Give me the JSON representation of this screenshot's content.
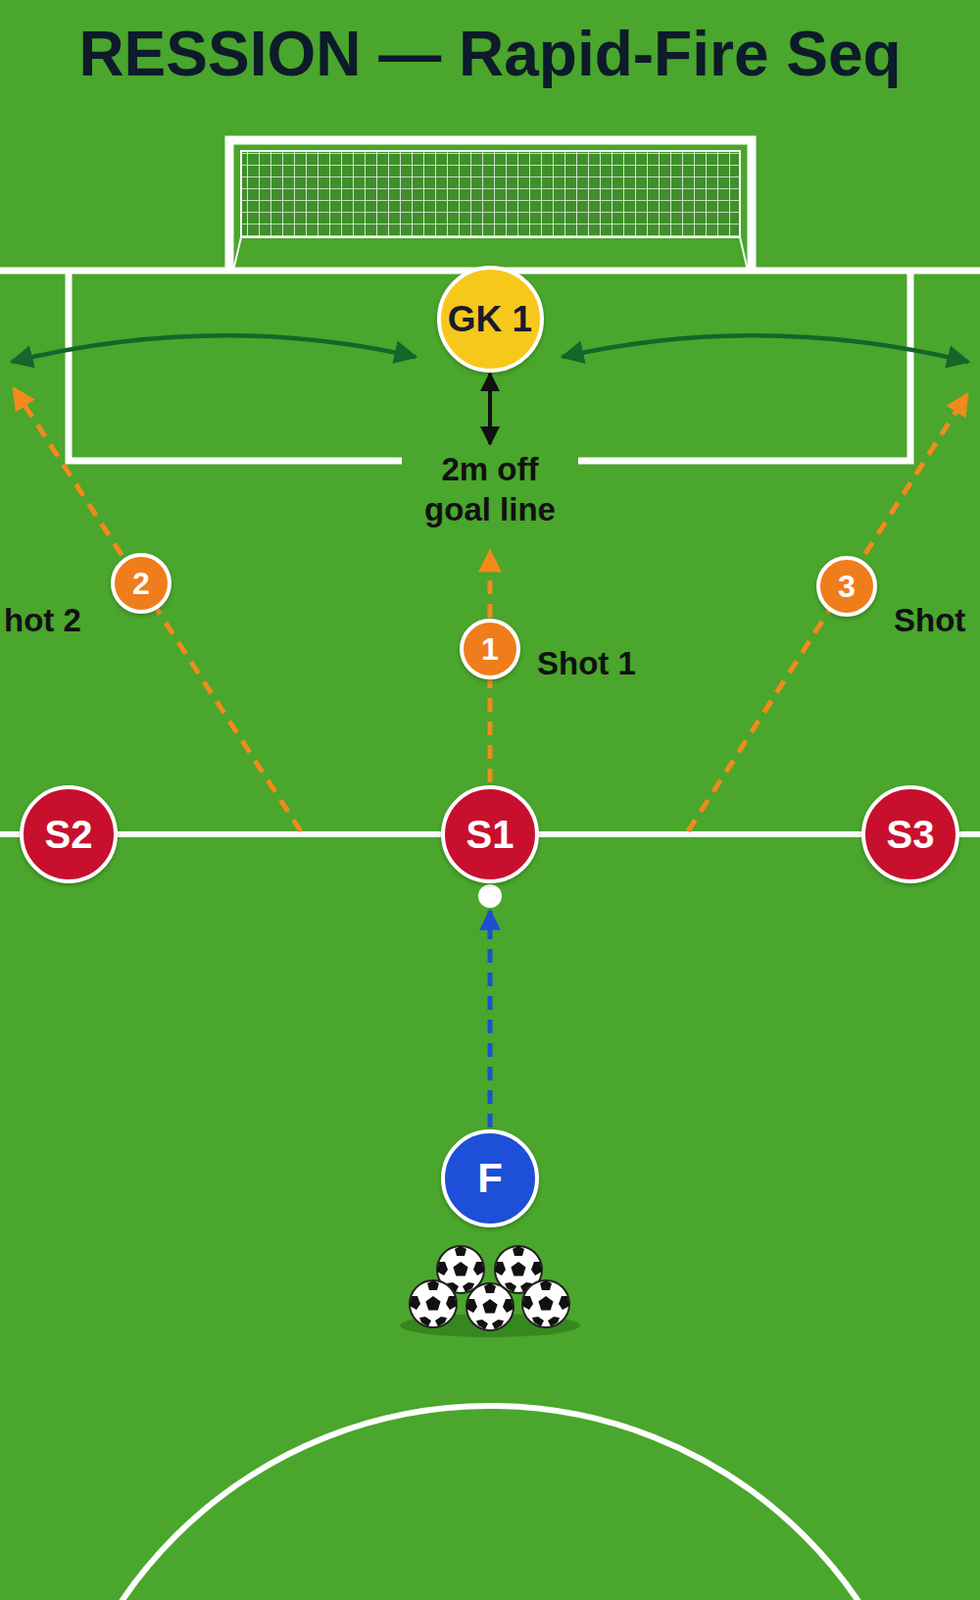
{
  "diagram": {
    "title": "RESSION — Rapid-Fire Seq",
    "nodes": [
      {
        "text": [
          "GK 1"
        ]
      },
      {
        "text": [
          "2"
        ]
      },
      {
        "text": [
          "3"
        ]
      },
      {
        "text": [
          "1"
        ]
      },
      {
        "text": [
          "S2"
        ]
      },
      {
        "text": [
          "S1"
        ]
      },
      {
        "text": [
          "S3"
        ]
      },
      {
        "text": [
          "F"
        ]
      }
    ],
    "edges": [
      {
        "from": 7,
        "to": 5,
        "arrow": "to"
      }
    ],
    "labels": [
      "2m off goal line",
      "hot 2",
      "Shot",
      "Shot 1"
    ]
  }
}
